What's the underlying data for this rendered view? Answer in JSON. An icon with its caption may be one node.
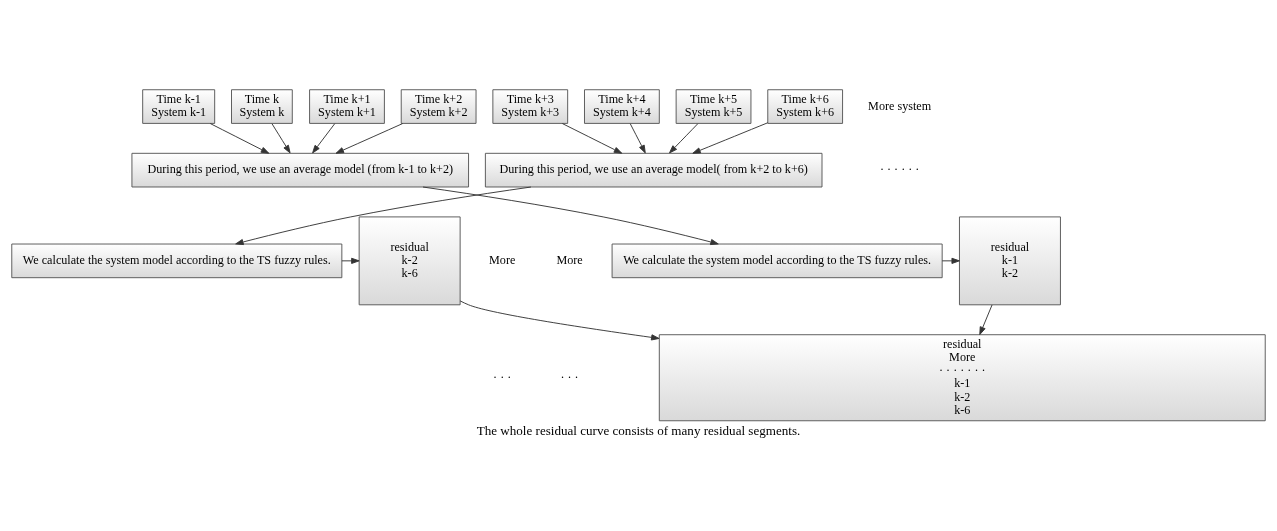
{
  "diagram": {
    "caption": "The whole residual curve consists of many residual segments.",
    "nodes": [
      {
        "text": [
          "Time k-1",
          "System k-1"
        ]
      },
      {
        "text": [
          "Time k",
          "System k"
        ]
      },
      {
        "text": [
          "Time k+1",
          "System k+1"
        ]
      },
      {
        "text": [
          "Time k+2",
          "System k+2"
        ]
      },
      {
        "text": [
          "Time k+3",
          "System k+3"
        ]
      },
      {
        "text": [
          "Time k+4",
          "System k+4"
        ]
      },
      {
        "text": [
          "Time k+5",
          "System k+5"
        ]
      },
      {
        "text": [
          "Time k+6",
          "System k+6"
        ]
      },
      {
        "text": [
          "During this period, we use an average model (from k-1 to k+2)"
        ]
      },
      {
        "text": [
          "During this period, we use an average model( from k+2 to k+6)"
        ]
      },
      {
        "text": [
          "We calculate the system model according to the TS fuzzy rules."
        ]
      },
      {
        "text": [
          "residual",
          "k-1",
          "k-2"
        ]
      },
      {
        "text": [
          "We calculate the system model according to the TS fuzzy rules."
        ]
      },
      {
        "text": [
          "residual",
          "k-2",
          "k-6"
        ]
      },
      {
        "text": [
          "residual",
          "More",
          "· · · · · · ·",
          "k-1",
          "k-2",
          "k-6"
        ]
      }
    ],
    "edges": [
      {
        "from": 0,
        "to": 8,
        "arrow": "to"
      },
      {
        "from": 1,
        "to": 8,
        "arrow": "to"
      },
      {
        "from": 2,
        "to": 8,
        "arrow": "to"
      },
      {
        "from": 3,
        "to": 8,
        "arrow": "to"
      },
      {
        "from": 4,
        "to": 9,
        "arrow": "to"
      },
      {
        "from": 5,
        "to": 9,
        "arrow": "to"
      },
      {
        "from": 6,
        "to": 9,
        "arrow": "to"
      },
      {
        "from": 7,
        "to": 9,
        "arrow": "to"
      },
      {
        "from": 8,
        "to": 10,
        "arrow": "to"
      },
      {
        "from": 10,
        "to": 11,
        "arrow": "to"
      },
      {
        "from": 9,
        "to": 12,
        "arrow": "to"
      },
      {
        "from": 12,
        "to": 13,
        "arrow": "to"
      },
      {
        "from": 11,
        "to": 14,
        "arrow": "to"
      },
      {
        "from": 13,
        "to": 14,
        "arrow": "to"
      }
    ],
    "labels": [
      "More system",
      "· · · · · ·",
      "More",
      "· · ·",
      "More",
      "· · ·"
    ]
  }
}
